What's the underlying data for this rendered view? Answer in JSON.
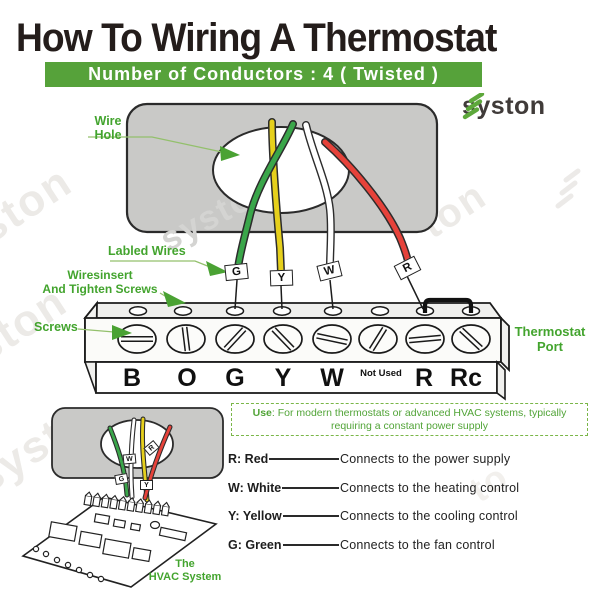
{
  "header": {
    "title": "How To Wiring A Thermostat",
    "banner": "Number of Conductors : 4  ( Twisted )",
    "brand": "syston"
  },
  "annotations": {
    "wire_hole": [
      "Wire",
      "Hole"
    ],
    "labled_wires": "Labled Wires",
    "wires_insert": [
      "Wiresinsert",
      "And Tighten Screws"
    ],
    "screws": "Screws",
    "thermostat_port": [
      "Thermostat",
      "Port"
    ],
    "hvac_system": [
      "The",
      "HVAC System"
    ]
  },
  "wire_tags": {
    "top": [
      "G",
      "Y",
      "W",
      "R"
    ],
    "bottom": [
      "G",
      "W",
      "Y",
      "R"
    ]
  },
  "terminal": {
    "labels": [
      "B",
      "O",
      "G",
      "Y",
      "W",
      "Not Used",
      "R",
      "Rc"
    ]
  },
  "use_note": {
    "label": "Use",
    "text": ": For modern thermostats or advanced HVAC systems, typically requiring a constant power supply"
  },
  "legend": [
    {
      "key": "R: Red",
      "desc": "Connects to the power supply"
    },
    {
      "key": "W: White",
      "desc": "Connects to the heating control"
    },
    {
      "key": "Y: Yellow",
      "desc": "Connects to the cooling control"
    },
    {
      "key": "G: Green",
      "desc": "Connects to the fan control"
    }
  ],
  "watermark": "syston",
  "colors": {
    "banner_green": "#56a23a",
    "label_green": "#43a42e",
    "wire_green": "#3aa64a",
    "wire_yellow": "#e6d01c",
    "wire_red": "#e6423a",
    "plate_gray": "#c9c9c7"
  }
}
